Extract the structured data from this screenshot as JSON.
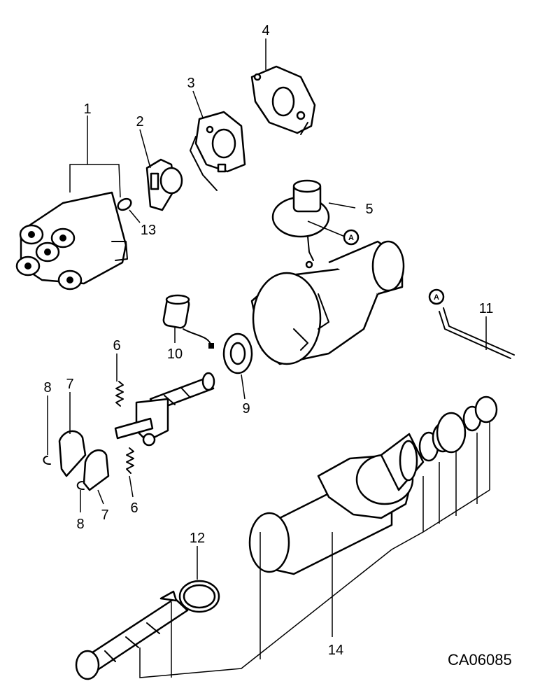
{
  "diagram": {
    "drawing_code": "CA06085",
    "callouts": [
      "1",
      "2",
      "3",
      "4",
      "5",
      "6",
      "6",
      "7",
      "7",
      "8",
      "8",
      "9",
      "10",
      "11",
      "12",
      "13",
      "14"
    ],
    "reference_marker": "A"
  }
}
